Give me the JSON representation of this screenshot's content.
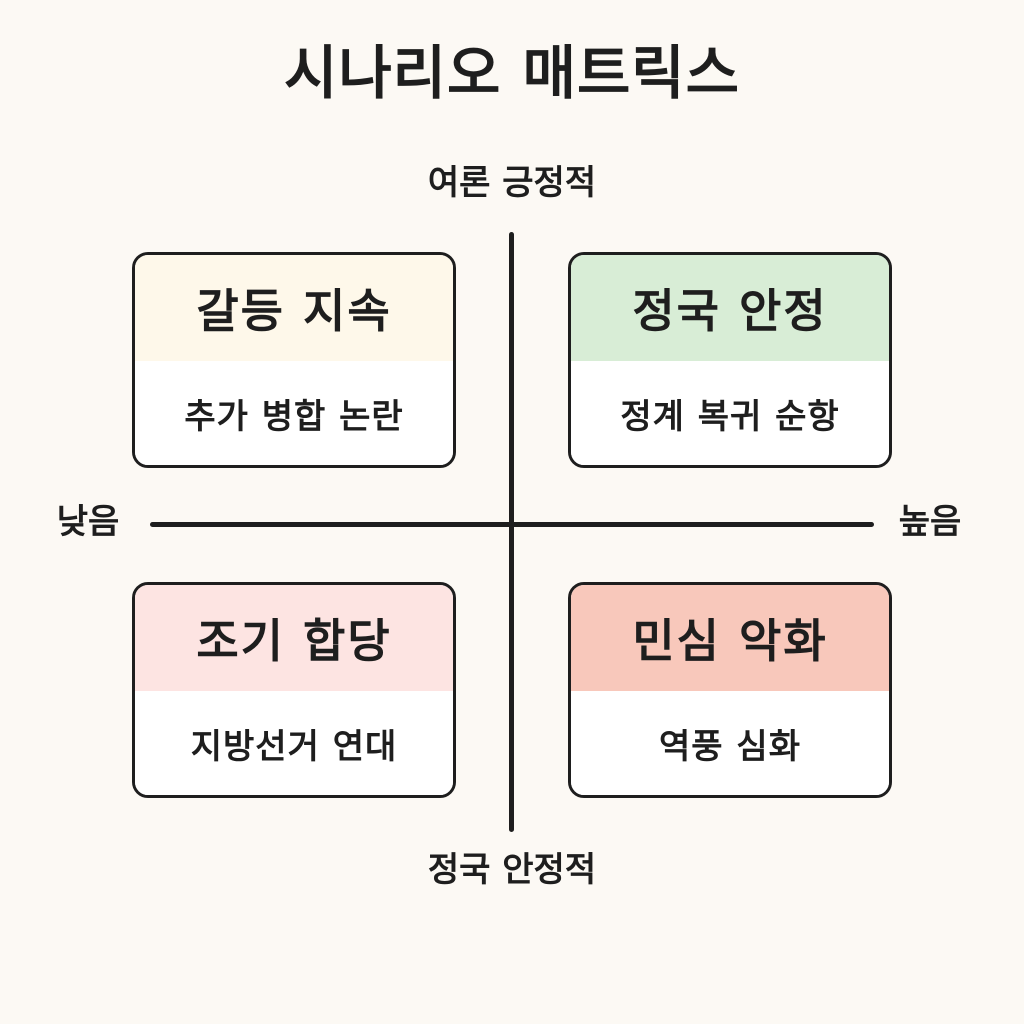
{
  "title": "시나리오 매트릭스",
  "axes": {
    "top": "여론 긍정적",
    "bottom": "정국 안정적",
    "left": "낮음",
    "right": "높음"
  },
  "quadrants": [
    {
      "position": "top-left",
      "title": "갈등 지속",
      "subtitle": "추가 병합 논란",
      "color": "#fef8ea"
    },
    {
      "position": "top-right",
      "title": "정국 안정",
      "subtitle": "정계 복귀 순항",
      "color": "#d8edd6"
    },
    {
      "position": "bottom-left",
      "title": "조기 합당",
      "subtitle": "지방선거 연대",
      "color": "#fde4e2"
    },
    {
      "position": "bottom-right",
      "title": "민심 악화",
      "subtitle": "역풍 심화",
      "color": "#f8c8bb"
    }
  ],
  "colors": {
    "background": "#fcf9f4",
    "line": "#1e1e1e"
  }
}
